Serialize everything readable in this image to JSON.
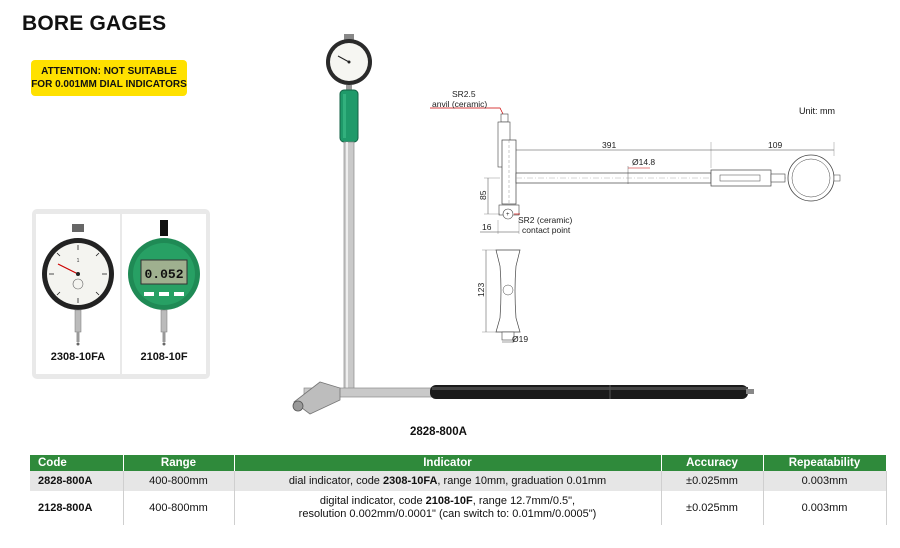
{
  "page": {
    "title": "BORE GAGES"
  },
  "attention": {
    "line1": "ATTENTION: NOT SUITABLE",
    "line2": "FOR 0.001MM DIAL INDICATORS"
  },
  "indicators": [
    {
      "label": "2308-10FA",
      "dial_number": "1",
      "display_reading": "0.052"
    },
    {
      "label": "2108-10F"
    }
  ],
  "product": {
    "model": "2828-800A"
  },
  "diagram": {
    "unit": "Unit: mm",
    "sr25": "SR2.5",
    "anvil": "anvil (ceramic)",
    "len391": "391",
    "len109": "109",
    "dia148": "Ø14.8",
    "h85": "85",
    "w16": "16",
    "sr2": "SR2 (ceramic)",
    "contact": "contact point",
    "h123": "123",
    "dia19": "Ø19"
  },
  "table": {
    "headers": [
      "Code",
      "Range",
      "Indicator",
      "Accuracy",
      "Repeatability"
    ],
    "rows": [
      {
        "code": "2828-800A",
        "range": "400-800mm",
        "ind_a": "dial indicator, code ",
        "ind_b": "2308-10FA",
        "ind_c": ", range 10mm, graduation 0.01mm",
        "accuracy": "±0.025mm",
        "repeatability": "0.003mm"
      },
      {
        "code": "2128-800A",
        "range": "400-800mm",
        "ind_a": "digital indicator, code ",
        "ind_b": "2108-10F",
        "ind_c": ", range 12.7mm/0.5\",",
        "ind_line2": "resolution 0.002mm/0.0001\" (can switch to: 0.01mm/0.0005\")",
        "accuracy": "±0.025mm",
        "repeatability": "0.003mm"
      }
    ]
  }
}
